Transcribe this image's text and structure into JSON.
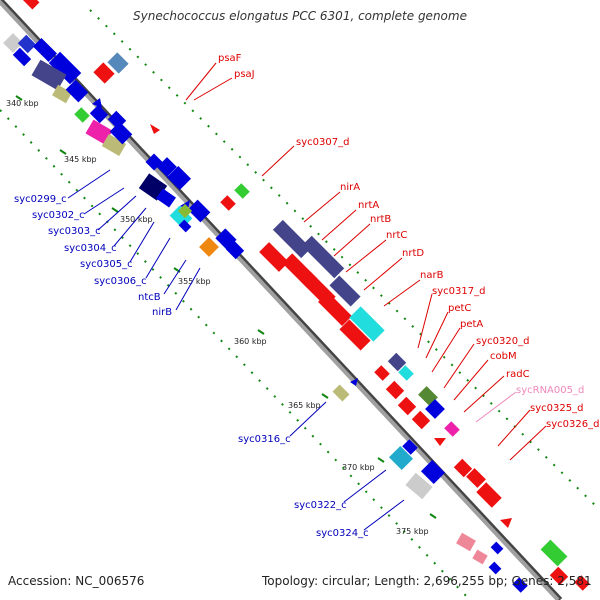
{
  "title": "Synechococcus elongatus PCC 6301, complete genome",
  "footer": {
    "accession": "Accession: NC_006576",
    "info": "Topology: circular; Length: 2,696,255 bp; Genes: 2,581"
  },
  "ticks": [
    "340 kbp",
    "345 kbp",
    "350 kbp",
    "355 kbp",
    "360 kbp",
    "365 kbp",
    "370 kbp",
    "375 kbp"
  ],
  "gene_labels_right": [
    "psaF",
    "psaJ",
    "syc0307_d",
    "nirA",
    "nrtA",
    "nrtB",
    "nrtC",
    "nrtD",
    "narB",
    "syc0317_d",
    "petC",
    "petA",
    "syc0320_d",
    "cobM",
    "radC",
    "sycRNA005_d",
    "syc0325_d",
    "syc0326_d"
  ],
  "gene_labels_left": [
    "syc0299_c",
    "syc0302_c",
    "syc0303_c",
    "syc0304_c",
    "syc0305_c",
    "syc0306_c",
    "ntcB",
    "nirB",
    "syc0316_c",
    "syc0322_c",
    "syc0324_c"
  ],
  "colors": {
    "backbone": "#8c8c8c",
    "forward_label": "#dd0000",
    "reverse_label": "#0000bb",
    "rna_label": "#ee88bb",
    "tick": "#118811"
  }
}
